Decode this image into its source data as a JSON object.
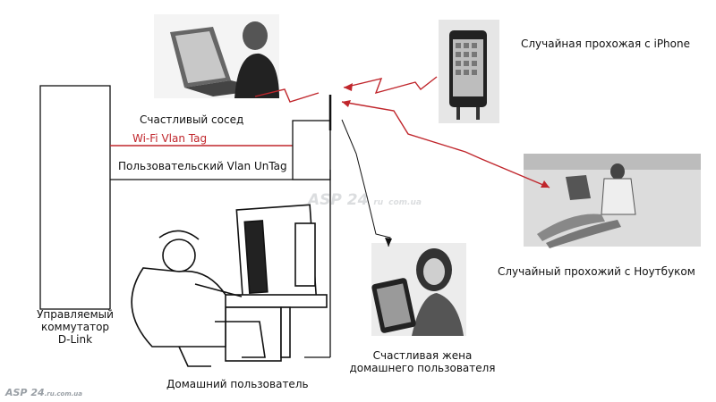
{
  "labels": {
    "neighbor": "Счастливый сосед",
    "wifi_vlan": "Wi-Fi Vlan Tag",
    "user_vlan": "Пользовательский Vlan UnTag",
    "iphone_passerby": "Случайная прохожая с iPhone",
    "laptop_passerby": "Случайный прохожий с Ноутбуком",
    "switch_line1": "Управляемый",
    "switch_line2": "коммутатор",
    "switch_line3": "D-Link",
    "wife_line1": "Счастливая жена",
    "wife_line2": "домашнего пользователя",
    "home_user": "Домашний пользователь"
  },
  "watermark": {
    "brand": "ASP 24",
    "domain1": "ru",
    "domain2": "com.ua",
    "footer_brand": "ASP 24",
    "footer_domain": ".ru.com.ua"
  },
  "colors": {
    "wifi_link": "#c0262c",
    "wireless_signal": "#c0262c",
    "wired_link": "#111111"
  }
}
